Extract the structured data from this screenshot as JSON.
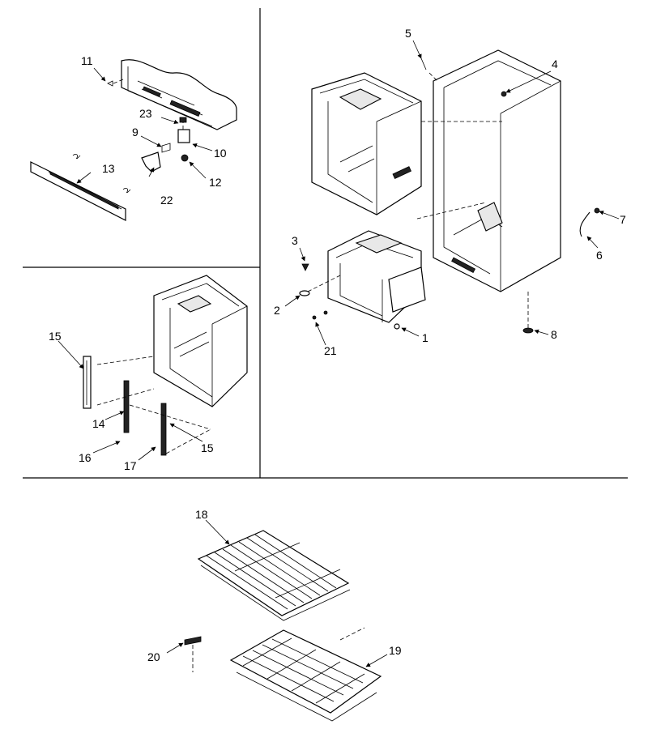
{
  "callouts": [
    {
      "id": "1",
      "text": "1"
    },
    {
      "id": "2",
      "text": "2"
    },
    {
      "id": "3",
      "text": "3"
    },
    {
      "id": "4",
      "text": "4"
    },
    {
      "id": "5",
      "text": "5"
    },
    {
      "id": "6",
      "text": "6"
    },
    {
      "id": "7",
      "text": "7"
    },
    {
      "id": "8",
      "text": "8"
    },
    {
      "id": "9",
      "text": "9"
    },
    {
      "id": "10",
      "text": "10"
    },
    {
      "id": "11",
      "text": "11"
    },
    {
      "id": "12",
      "text": "12"
    },
    {
      "id": "13",
      "text": "13"
    },
    {
      "id": "14",
      "text": "14"
    },
    {
      "id": "15a",
      "text": "15"
    },
    {
      "id": "15b",
      "text": "15"
    },
    {
      "id": "16",
      "text": "16"
    },
    {
      "id": "17",
      "text": "17"
    },
    {
      "id": "18",
      "text": "18"
    },
    {
      "id": "19",
      "text": "19"
    },
    {
      "id": "20",
      "text": "20"
    },
    {
      "id": "21",
      "text": "21"
    },
    {
      "id": "22",
      "text": "22"
    },
    {
      "id": "23",
      "text": "23"
    }
  ]
}
